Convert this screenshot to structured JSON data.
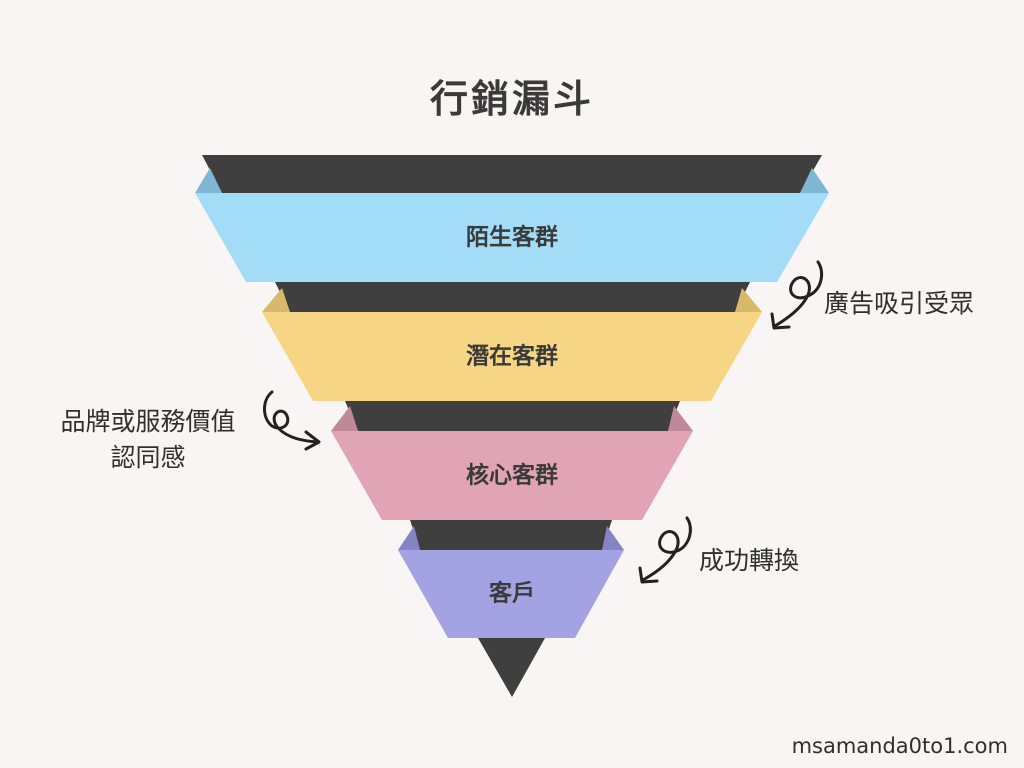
{
  "title": "行銷漏斗",
  "bands": [
    {
      "label": "陌生客群",
      "color": "#a3dcf7",
      "fold_color": "#7fb6d4"
    },
    {
      "label": "潛在客群",
      "color": "#f6d584",
      "fold_color": "#d8b86a"
    },
    {
      "label": "核心客群",
      "color": "#e0a4b5",
      "fold_color": "#c0899a"
    },
    {
      "label": "客戶",
      "color": "#a3a2e3",
      "fold_color": "#8584c4"
    }
  ],
  "dark_color": "#3f3f3f",
  "annotations": {
    "right_top": "廣告吸引受眾",
    "left_line1": "品牌或服務價值",
    "left_line2": "認同感",
    "right_bottom": "成功轉換"
  },
  "watermark": "msamanda0to1.com"
}
